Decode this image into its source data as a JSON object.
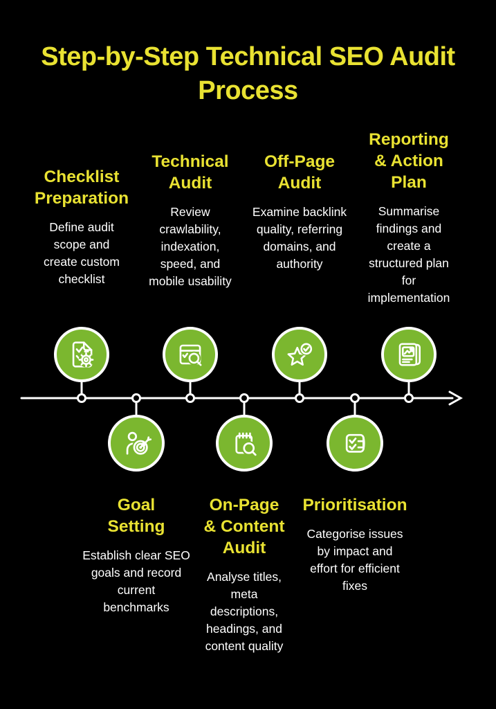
{
  "title": "Step-by-Step Technical SEO Audit\nProcess",
  "colors": {
    "background": "#000000",
    "accent_yellow": "#e9e232",
    "step_green": "#7bb72f",
    "text_white": "#ffffff"
  },
  "timeline": {
    "direction": "left-to-right",
    "arrow": "right-arrowhead",
    "node_count": 7
  },
  "steps": [
    {
      "order": 1,
      "position": "top",
      "icon": "document-checklist-gear-icon",
      "title": "Checklist\nPreparation",
      "description": "Define audit\nscope and\ncreate custom\nchecklist"
    },
    {
      "order": 2,
      "position": "bottom",
      "icon": "person-target-icon",
      "title": "Goal\nSetting",
      "description": "Establish clear SEO\ngoals and record\ncurrent\nbenchmarks"
    },
    {
      "order": 3,
      "position": "top",
      "icon": "browser-search-icon",
      "title": "Technical\nAudit",
      "description": "Review\ncrawlability,\nindexation,\nspeed, and\nmobile usability"
    },
    {
      "order": 4,
      "position": "bottom",
      "icon": "notepad-search-icon",
      "title": "On-Page\n& Content\nAudit",
      "description": "Analyse titles,\nmeta\ndescriptions,\nheadings, and\ncontent quality"
    },
    {
      "order": 5,
      "position": "top",
      "icon": "star-check-icon",
      "title": "Off-Page\nAudit",
      "description": "Examine backlink\nquality, referring\ndomains, and\nauthority"
    },
    {
      "order": 6,
      "position": "bottom",
      "icon": "checklist-card-icon",
      "title": "Prioritisation",
      "description": "Categorise issues\nby impact and\neffort for efficient\nfixes"
    },
    {
      "order": 7,
      "position": "top",
      "icon": "report-chart-icon",
      "title": "Reporting\n& Action\nPlan",
      "description": "Summarise\nfindings and\ncreate a\nstructured plan\nfor\nimplementation"
    }
  ]
}
